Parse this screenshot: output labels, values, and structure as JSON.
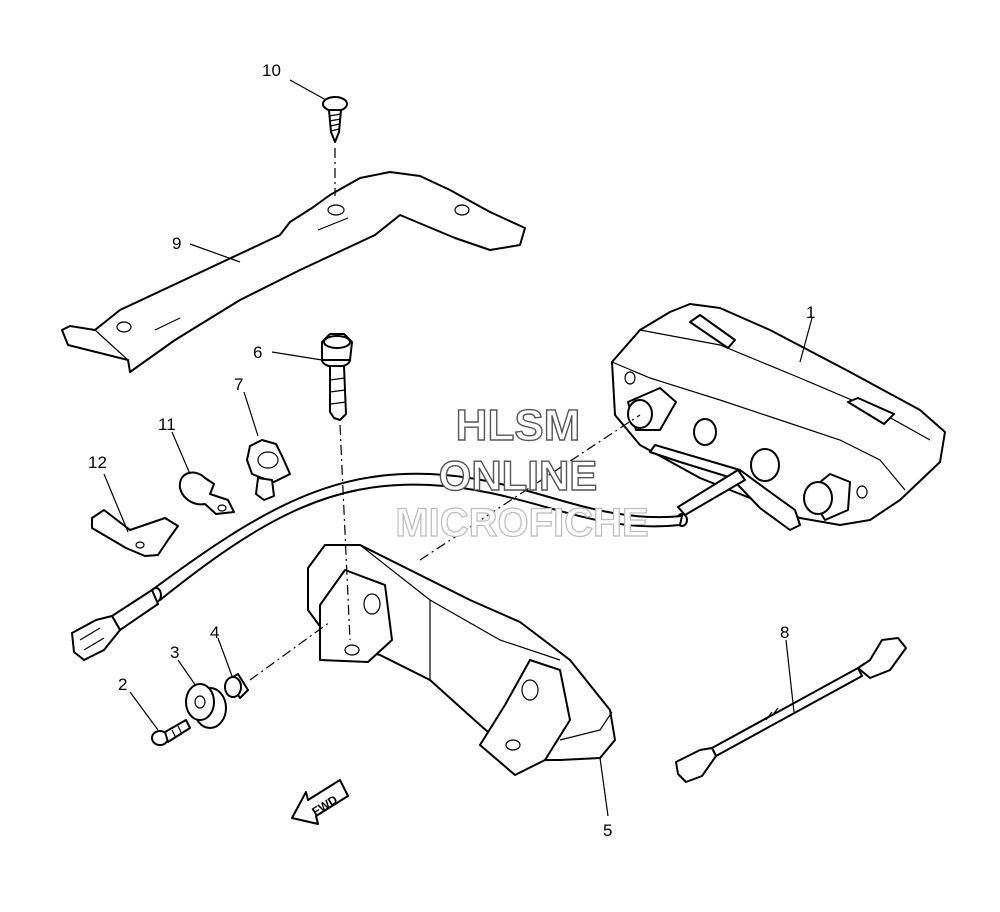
{
  "watermark": {
    "line1": "HLSM",
    "line2": "ONLINE",
    "line3": "MICROFICHE"
  },
  "direction_arrow": {
    "label": "FWD"
  },
  "callouts": [
    {
      "id": "1",
      "text": "1"
    },
    {
      "id": "2",
      "text": "2"
    },
    {
      "id": "3",
      "text": "3"
    },
    {
      "id": "4",
      "text": "4"
    },
    {
      "id": "5",
      "text": "5"
    },
    {
      "id": "6",
      "text": "6"
    },
    {
      "id": "7",
      "text": "7"
    },
    {
      "id": "8",
      "text": "8"
    },
    {
      "id": "9",
      "text": "9"
    },
    {
      "id": "10",
      "text": "10"
    },
    {
      "id": "11",
      "text": "11"
    },
    {
      "id": "12",
      "text": "12"
    }
  ]
}
